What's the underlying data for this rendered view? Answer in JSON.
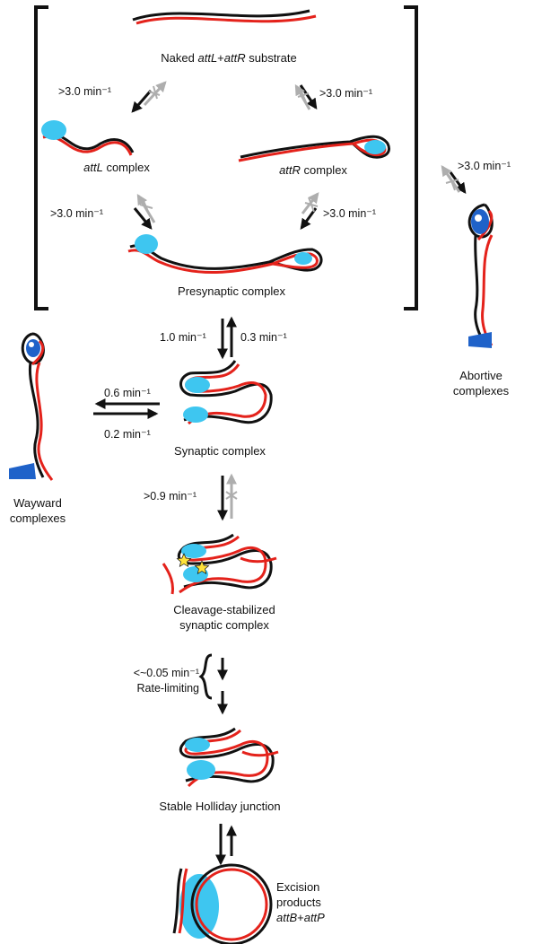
{
  "colors": {
    "black_strand": "#111111",
    "red_strand": "#e4221b",
    "protein_light": "#3ec6f0",
    "protein_dark": "#1f62c9",
    "star": "#ffe23a",
    "blocked_arrow": "#aeaeae"
  },
  "labels": {
    "naked": {
      "t1": "Naked ",
      "t2": "attL",
      "t3": "+",
      "t4": "attR",
      "t5": " substrate"
    },
    "attL_complex": {
      "t1": "attL",
      "t2": " complex"
    },
    "attR_complex": {
      "t1": "attR",
      "t2": " complex"
    },
    "presynaptic": "Presynaptic complex",
    "synaptic": "Synaptic complex",
    "cleavage": {
      "line1": "Cleavage-stabilized",
      "line2": "synaptic complex"
    },
    "holliday": "Stable Holliday junction",
    "wayward": {
      "line1": "Wayward",
      "line2": "complexes"
    },
    "abortive": {
      "line1": "Abortive",
      "line2": "complexes"
    },
    "products": {
      "line1": "Excision",
      "line2": "products",
      "line3a": "attB",
      "line3b": "+",
      "line3c": "attP"
    },
    "rate_limiting": "Rate-limiting"
  },
  "rates": {
    "naked_to_attL": ">3.0 min⁻¹",
    "naked_to_attR": ">3.0 min⁻¹",
    "attL_to_presyn": ">3.0 min⁻¹",
    "attR_to_presyn": ">3.0 min⁻¹",
    "to_abortive": ">3.0 min⁻¹",
    "presyn_forward": "1.0 min⁻¹",
    "presyn_reverse": "0.3 min⁻¹",
    "wayward_forward": "0.6 min⁻¹",
    "wayward_reverse": "0.2 min⁻¹",
    "to_cleavage": ">0.9 min⁻¹",
    "to_holliday": "<~0.05 min⁻¹"
  }
}
